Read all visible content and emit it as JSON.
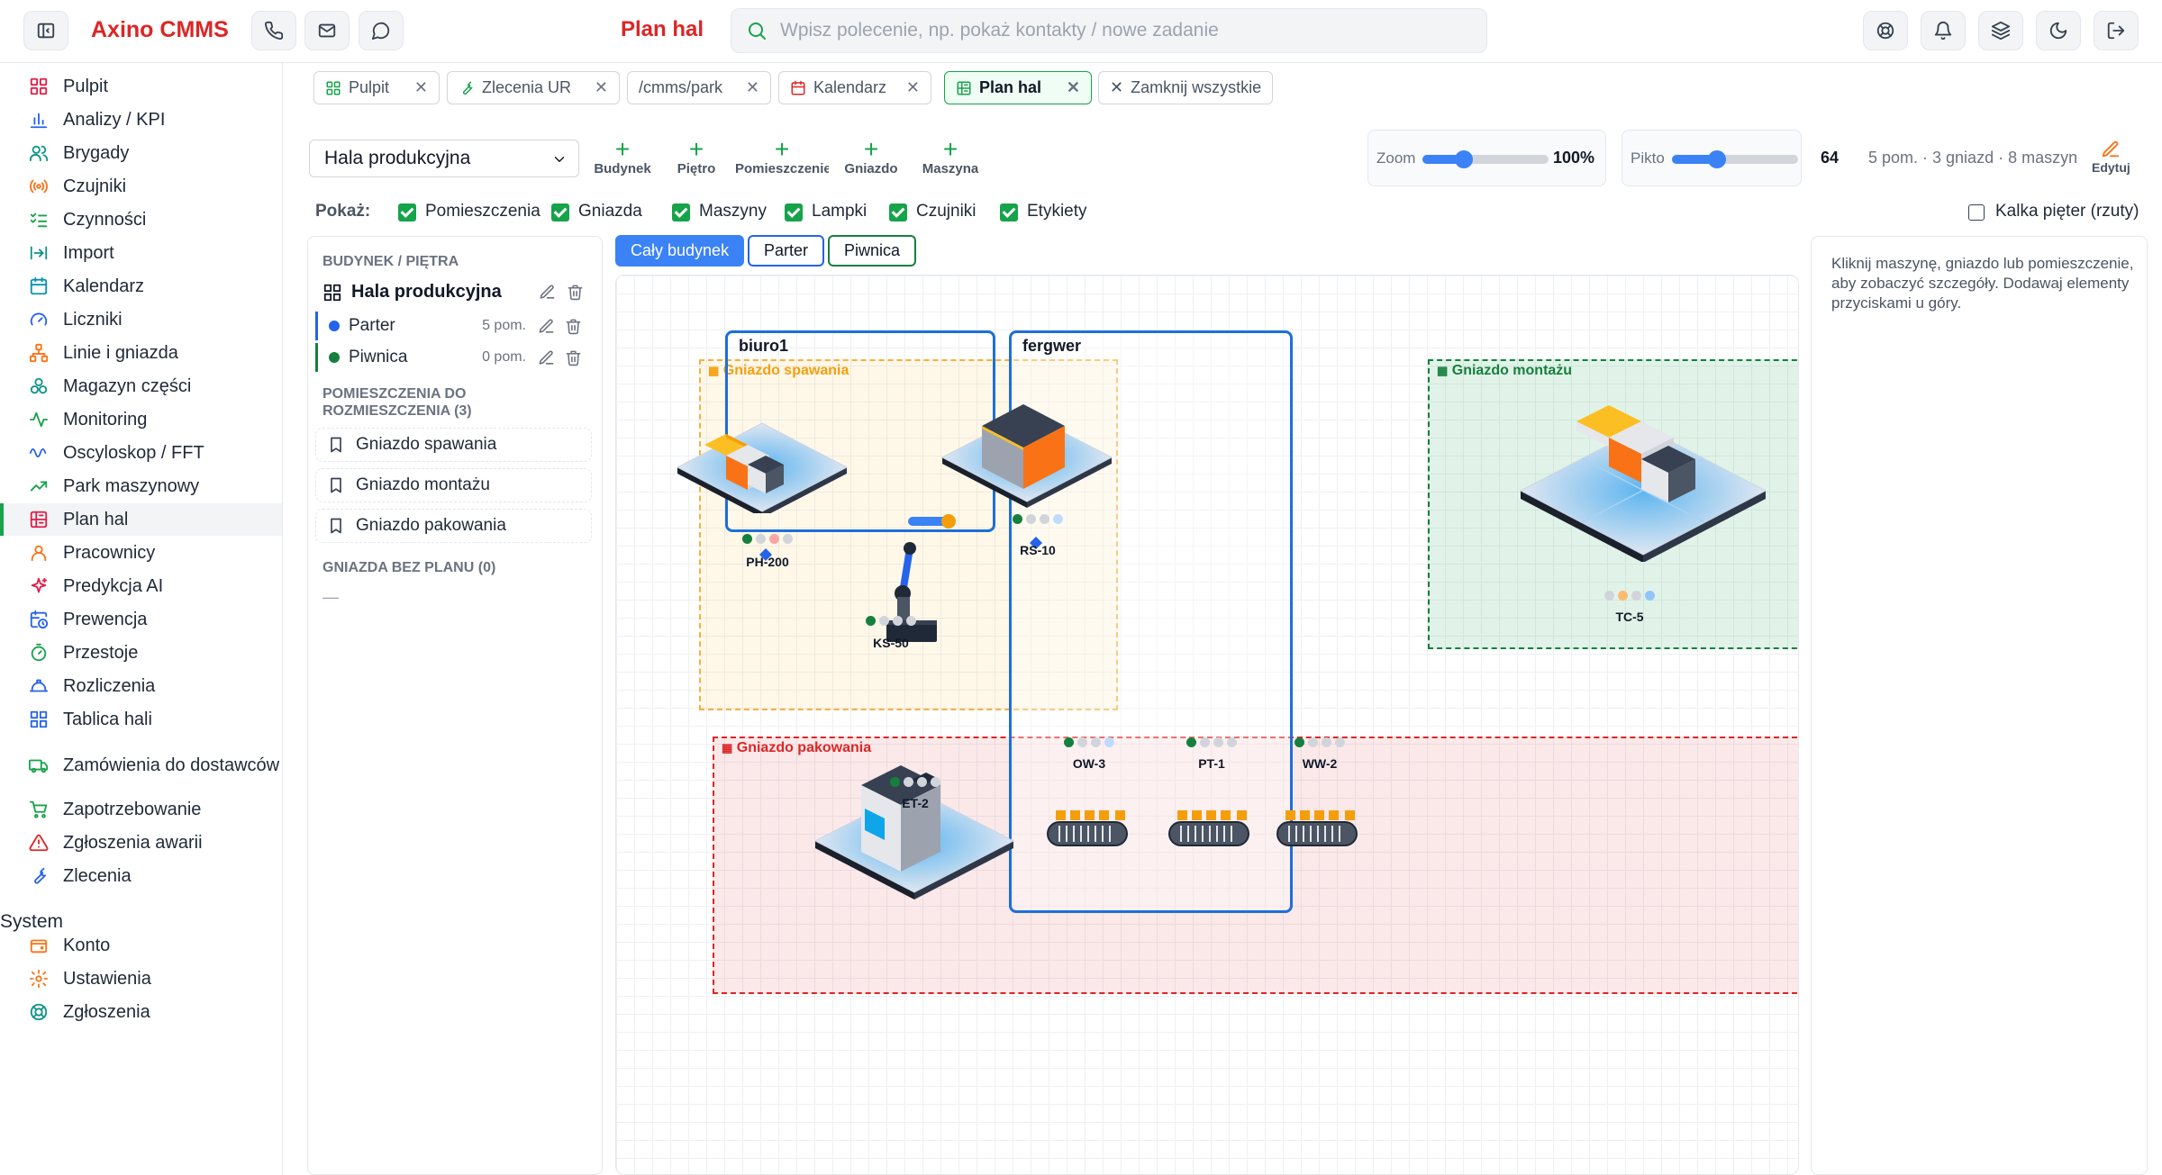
{
  "header": {
    "brand": "Axino CMMS",
    "page_title": "Plan hal",
    "search_placeholder": "Wpisz polecenie, np. pokaż kontakty / nowe zadanie",
    "left_icons": [
      "sidebar-toggle-icon",
      "phone-icon",
      "mail-icon",
      "chat-icon"
    ],
    "right_icons": [
      "support-icon",
      "bell-icon",
      "layers-icon",
      "moon-icon",
      "logout-icon"
    ]
  },
  "sidebar": {
    "items": [
      {
        "label": "Pulpit",
        "icon": "dashboard-icon",
        "color": "#e11d48"
      },
      {
        "label": "Analizy / KPI",
        "icon": "bar-chart-icon",
        "color": "#2563eb"
      },
      {
        "label": "Brygady",
        "icon": "users-icon",
        "color": "#0d9488"
      },
      {
        "label": "Czujniki",
        "icon": "sensor-icon",
        "color": "#f97316"
      },
      {
        "label": "Czynności",
        "icon": "list-check-icon",
        "color": "#16a34a"
      },
      {
        "label": "Import",
        "icon": "import-icon",
        "color": "#0d9488"
      },
      {
        "label": "Kalendarz",
        "icon": "calendar-icon",
        "color": "#0891b2"
      },
      {
        "label": "Liczniki",
        "icon": "gauge-icon",
        "color": "#2563eb"
      },
      {
        "label": "Linie i gniazda",
        "icon": "workflow-icon",
        "color": "#f97316"
      },
      {
        "label": "Magazyn części",
        "icon": "boxes-icon",
        "color": "#0d9488"
      },
      {
        "label": "Monitoring",
        "icon": "activity-icon",
        "color": "#16a34a"
      },
      {
        "label": "Oscyloskop / FFT",
        "icon": "wave-icon",
        "color": "#2563eb"
      },
      {
        "label": "Park maszynowy",
        "icon": "trending-up-icon",
        "color": "#16a34a"
      },
      {
        "label": "Plan hal",
        "icon": "building-icon",
        "color": "#e11d48",
        "active": true
      },
      {
        "label": "Pracownicy",
        "icon": "user-icon",
        "color": "#f97316"
      },
      {
        "label": "Predykcja AI",
        "icon": "sparkle-icon",
        "color": "#e11d48"
      },
      {
        "label": "Prewencja",
        "icon": "calendar-clock-icon",
        "color": "#2563eb"
      },
      {
        "label": "Przestoje",
        "icon": "timer-icon",
        "color": "#16a34a"
      },
      {
        "label": "Rozliczenia",
        "icon": "helmet-icon",
        "color": "#2563eb"
      },
      {
        "label": "Tablica hali",
        "icon": "grid-icon",
        "color": "#2563eb"
      },
      {
        "label": "Zamówienia do dostawców",
        "icon": "truck-icon",
        "color": "#16a34a"
      },
      {
        "label": "Zapotrzebowanie",
        "icon": "cart-icon",
        "color": "#16a34a"
      },
      {
        "label": "Zgłoszenia awarii",
        "icon": "alert-triangle-icon",
        "color": "#dc2626"
      },
      {
        "label": "Zlecenia",
        "icon": "wrench-icon",
        "color": "#2563eb"
      }
    ],
    "system_heading": "System",
    "system_items": [
      {
        "label": "Konto",
        "icon": "wallet-icon",
        "color": "#f97316"
      },
      {
        "label": "Ustawienia",
        "icon": "settings-icon",
        "color": "#f97316"
      },
      {
        "label": "Zgłoszenia",
        "icon": "lifebuoy-icon",
        "color": "#0d9488"
      }
    ]
  },
  "tabs": [
    {
      "label": "Pulpit",
      "icon": "dashboard-icon",
      "color": "#16a34a"
    },
    {
      "label": "Zlecenia UR",
      "icon": "wrench-icon",
      "color": "#16a34a"
    },
    {
      "label": "/cmms/park",
      "icon": "",
      "color": ""
    },
    {
      "label": "Kalendarz",
      "icon": "calendar-icon",
      "color": "#dc2626"
    },
    {
      "label": "Plan hal",
      "icon": "building-icon",
      "color": "#16a34a",
      "active": true
    }
  ],
  "close_all": "Zamknij wszystkie",
  "toolbar": {
    "hala_select": "Hala produkcyjna",
    "add_buttons": [
      "Budynek",
      "Piętro",
      "Pomieszczenie",
      "Gniazdo",
      "Maszyna"
    ],
    "zoom_label": "Zoom",
    "zoom_value": "100%",
    "zoom_level": 0.33,
    "pikto_label": "Pikto",
    "pikto_value": "64",
    "pikto_level": 0.36,
    "stats": "5 pom. · 3 gniazd · 8 maszyn",
    "edit_label": "Edytuj"
  },
  "show": {
    "label": "Pokaż:",
    "options": [
      "Pomieszczenia",
      "Gniazda",
      "Maszyny",
      "Lampki",
      "Czujniki",
      "Etykiety"
    ],
    "kalka": "Kalka pięter (rzuty)"
  },
  "left_panel": {
    "heading_building": "BUDYNEK / PIĘTRA",
    "building": "Hala produkcyjna",
    "floors": [
      {
        "name": "Parter",
        "count": "5 pom.",
        "color": "#2563eb"
      },
      {
        "name": "Piwnica",
        "count": "0 pom.",
        "color": "#15803d"
      }
    ],
    "heading_rooms": "POMIESZCZENIA DO ROZMIESZCZENIA (3)",
    "rooms": [
      "Gniazdo spawania",
      "Gniazdo montażu",
      "Gniazdo pakowania"
    ],
    "heading_unplaced": "GNIAZDA BEZ PLANU (0)",
    "unplaced_placeholder": "—"
  },
  "floor_buttons": [
    {
      "label": "Cały budynek",
      "active": true
    },
    {
      "label": "Parter"
    },
    {
      "label": "Piwnica"
    }
  ],
  "plan": {
    "zones": [
      {
        "label": "Gniazdo spawania",
        "color": "#f59e0b"
      },
      {
        "label": "Gniazdo montażu",
        "color": "#15803d"
      },
      {
        "label": "Gniazdo pakowania",
        "color": "#dc2626"
      }
    ],
    "rooms": [
      {
        "label": "biuro1"
      },
      {
        "label": "fergwer"
      }
    ],
    "machines": [
      {
        "label": "PH-200",
        "lamps": [
          "#15803d",
          "#d1d5db",
          "#fca5a5",
          "#d1d5db"
        ]
      },
      {
        "label": "RS-10",
        "lamps": [
          "#15803d",
          "#d1d5db",
          "#d1d5db",
          "#bfdbfe"
        ]
      },
      {
        "label": "KS-50",
        "lamps": [
          "#15803d",
          "#d1d5db",
          "#d1d5db",
          "#d1d5db"
        ]
      },
      {
        "label": "TC-5",
        "lamps": [
          "#d1d5db",
          "#fdba74",
          "#d1d5db",
          "#93c5fd"
        ]
      },
      {
        "label": "ET-2",
        "lamps": [
          "#15803d",
          "#d1d5db",
          "#d1d5db",
          "#d1d5db"
        ]
      },
      {
        "label": "OW-3",
        "lamps": [
          "#15803d",
          "#d1d5db",
          "#d1d5db",
          "#bfdbfe"
        ]
      },
      {
        "label": "PT-1",
        "lamps": [
          "#15803d",
          "#d1d5db",
          "#d1d5db",
          "#d1d5db"
        ]
      },
      {
        "label": "WW-2",
        "lamps": [
          "#15803d",
          "#d1d5db",
          "#d1d5db",
          "#d1d5db"
        ]
      }
    ]
  },
  "right_panel": {
    "hint": "Kliknij maszynę, gniazdo lub pomieszczenie, aby zobaczyć szczegóły. Dodawaj elementy przyciskami u góry."
  }
}
